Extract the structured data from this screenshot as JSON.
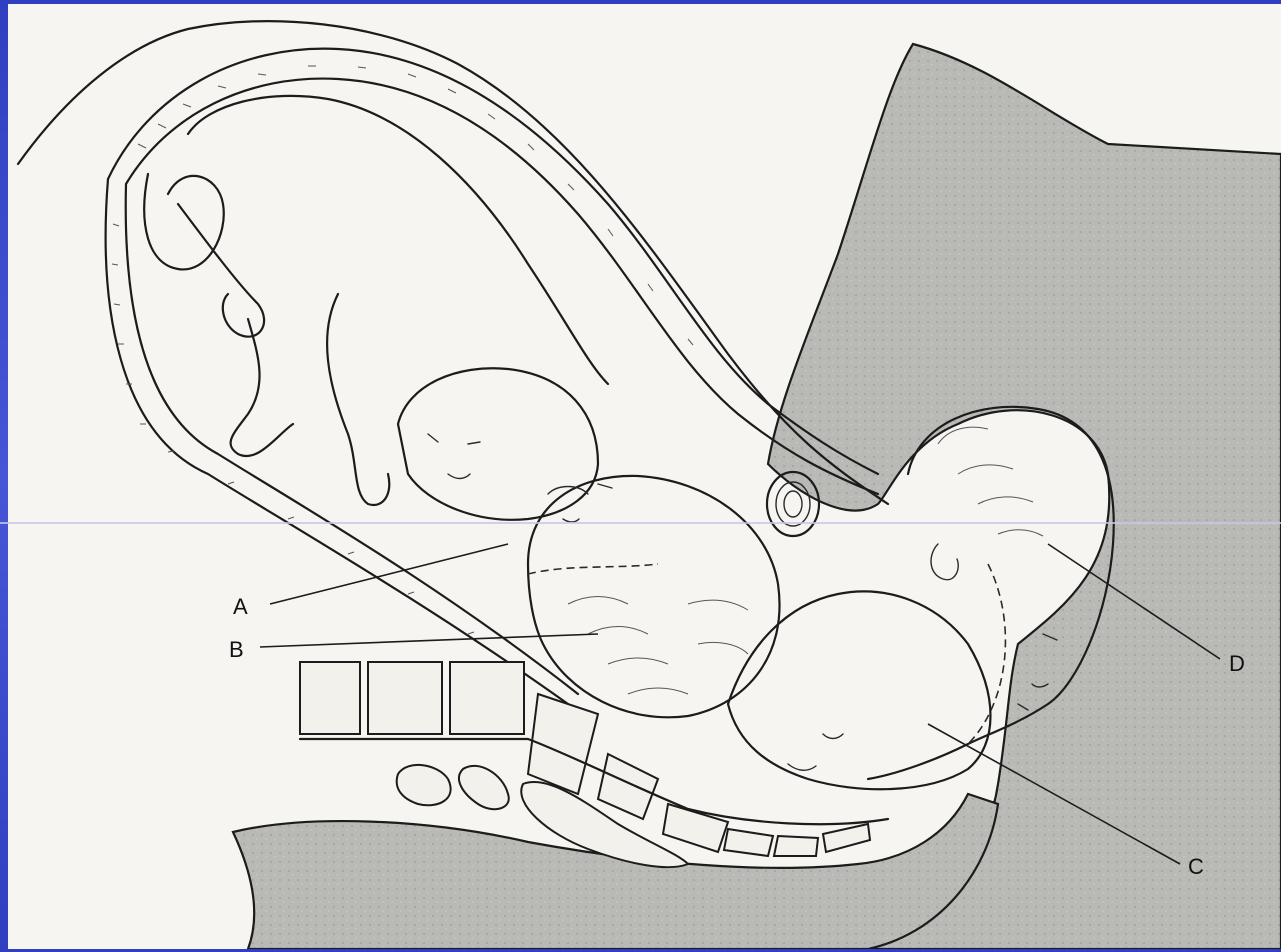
{
  "diagram": {
    "labels": [
      {
        "id": "A",
        "text": "A"
      },
      {
        "id": "B",
        "text": "B"
      },
      {
        "id": "C",
        "text": "C"
      },
      {
        "id": "D",
        "text": "D"
      }
    ],
    "colors": {
      "slide_background": "#3a49c8",
      "paper": "#f6f5f1",
      "soft_tissue_shading": "#b9b9b6",
      "ink": "#1c1c1c"
    }
  }
}
